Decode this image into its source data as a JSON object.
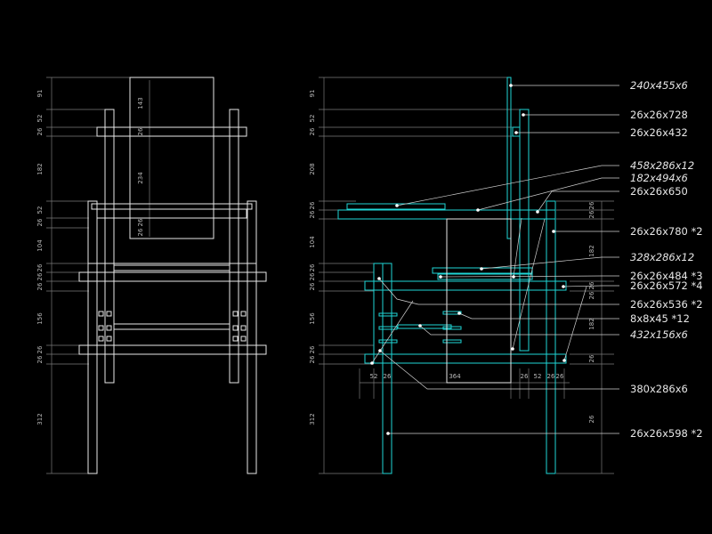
{
  "colors": {
    "background": "#000000",
    "outline": "#e8e8e8",
    "highlight": "#1fd6d6",
    "dim_line": "#7a7a7a"
  },
  "front_view": {
    "vertical_dims": [
      "91",
      "52",
      "26",
      "182",
      "52",
      "26",
      "104",
      "26",
      "26",
      "26",
      "156",
      "26",
      "26",
      "312"
    ],
    "inner_dims": [
      "143",
      "26",
      "234",
      "26",
      "26"
    ]
  },
  "side_view": {
    "vertical_dims": [
      "91",
      "52",
      "26",
      "208",
      "26",
      "26",
      "104",
      "26",
      "26",
      "26",
      "156",
      "26",
      "26",
      "312"
    ],
    "right_dims": [
      "26",
      "26",
      "182",
      "26",
      "26",
      "182",
      "26",
      "26"
    ],
    "bottom_dims": [
      "52",
      "26",
      "364",
      "26",
      "52",
      "26",
      "26"
    ],
    "part_labels": [
      {
        "text": "240x455x6",
        "italic": true
      },
      {
        "text": "26x26x728",
        "italic": false
      },
      {
        "text": "26x26x432",
        "italic": false
      },
      {
        "text": "458x286x12",
        "italic": true
      },
      {
        "text": "182x494x6",
        "italic": true
      },
      {
        "text": "26x26x650",
        "italic": false
      },
      {
        "text": "26x26x780 *2",
        "italic": false
      },
      {
        "text": "328x286x12",
        "italic": true
      },
      {
        "text": "26x26x484 *3",
        "italic": false
      },
      {
        "text": "26x26x572 *4",
        "italic": false
      },
      {
        "text": "26x26x536 *2",
        "italic": false
      },
      {
        "text": "8x8x45 *12",
        "italic": false
      },
      {
        "text": "432x156x6",
        "italic": true
      },
      {
        "text": "380x286x6",
        "italic": false
      },
      {
        "text": "26x26x598 *2",
        "italic": false
      }
    ]
  }
}
